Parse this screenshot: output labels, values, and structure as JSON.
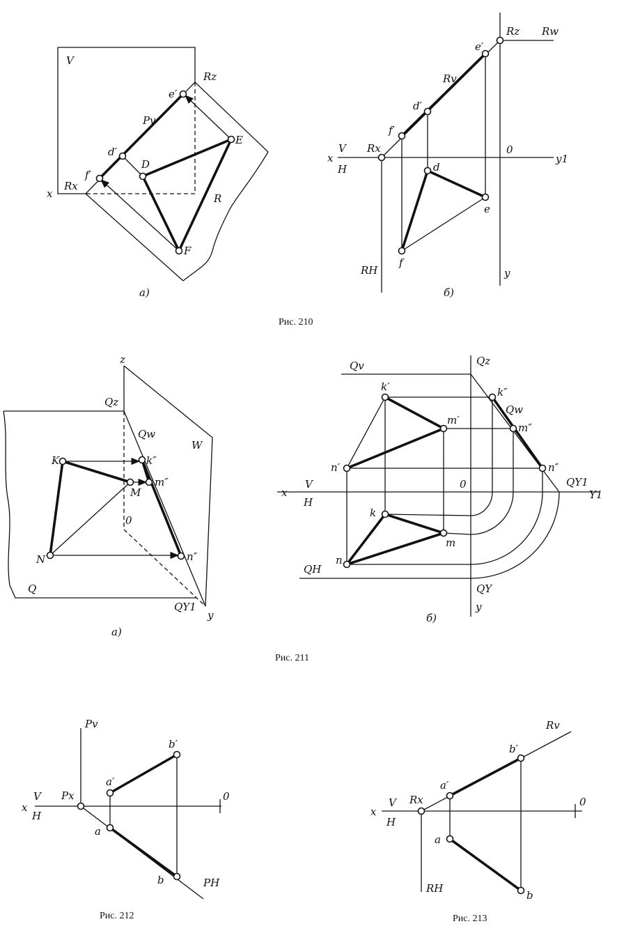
{
  "fig210": {
    "caption": "Рис. 210",
    "a": {
      "sub": "а)",
      "labels": {
        "V": "V",
        "x": "x",
        "Rx": "Rx",
        "Rz": "Rz",
        "Pv": "Pv",
        "R": "R",
        "e1": "e′",
        "d1": "d′",
        "f1": "f′",
        "D": "D",
        "E": "E",
        "F": "F"
      }
    },
    "b": {
      "sub": "б)",
      "labels": {
        "Rz": "Rz",
        "Rw": "Rw",
        "e1": "e′",
        "Rv": "Rv",
        "d1": "d′",
        "f1": "f′",
        "x": "x",
        "V": "V",
        "H": "H",
        "Rx": "Rx",
        "O": "0",
        "y1": "y1",
        "d": "d",
        "e": "e",
        "f": "f",
        "Rh": "RH",
        "y": "y"
      }
    }
  },
  "fig211": {
    "caption": "Рис. 211",
    "a": {
      "sub": "а)",
      "labels": {
        "z": "z",
        "Qz": "Qz",
        "Qw": "Qw",
        "W": "W",
        "K": "K",
        "k2": "k″",
        "M": "M",
        "m2": "m″",
        "O": "0",
        "N": "N",
        "n2": "n″",
        "Q": "Q",
        "Qy1": "QY1",
        "y": "y"
      }
    },
    "b": {
      "sub": "б)",
      "labels": {
        "Qv": "Qv",
        "Qz": "Qz",
        "k1": "k′",
        "k2": "k″",
        "Qw": "Qw",
        "m1": "m′",
        "m2": "m″",
        "n1": "n′",
        "n2": "n″",
        "x": "x",
        "V": "V",
        "H": "H",
        "O": "0",
        "Qy1": "QY1",
        "Y1": "Y1",
        "k": "k",
        "m": "m",
        "n": "n",
        "Qh": "QH",
        "Qy": "QY",
        "y": "y"
      }
    }
  },
  "fig212": {
    "caption": "Рис. 212",
    "labels": {
      "Pv": "Pv",
      "b1": "b′",
      "a1": "a′",
      "x": "x",
      "V": "V",
      "H": "H",
      "Px": "Px",
      "O": "0",
      "a": "a",
      "b": "b",
      "Ph": "PH"
    }
  },
  "fig213": {
    "caption": "Рис. 213",
    "labels": {
      "Rv": "Rv",
      "b1": "b′",
      "a1": "a′",
      "x": "x",
      "V": "V",
      "H": "H",
      "Rx": "Rx",
      "O": "0",
      "a": "a",
      "b": "b",
      "Rh": "RH"
    }
  }
}
